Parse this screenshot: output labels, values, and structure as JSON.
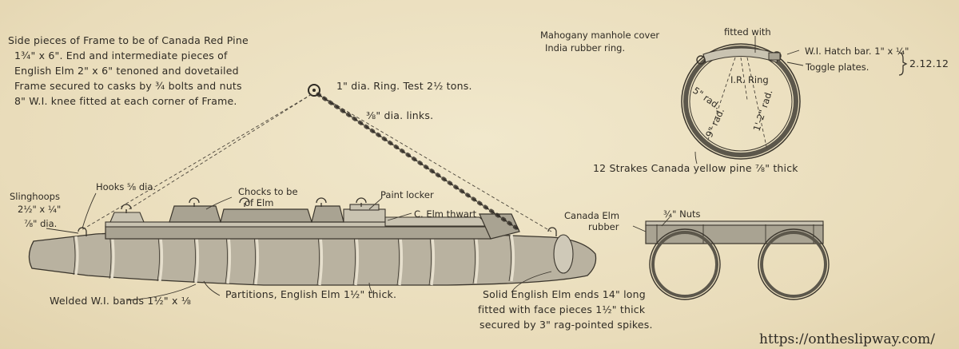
{
  "notes": {
    "frame_spec_line1": "Side pieces of Frame to be of Canada Red Pine",
    "frame_spec_line2": "1¾\" x 6\". End and intermediate pieces of",
    "frame_spec_line3": "English Elm 2\" x 6\" tenoned and dovetailed",
    "frame_spec_line4": "Frame secured to casks by ¾ bolts and nuts",
    "frame_spec_line5": "8\" W.I. knee fitted at each corner of Frame.",
    "ring": "1\" dia. Ring. Test 2½ tons.",
    "links": "⅜\" dia. links.",
    "hooks": "Hooks ⅝ dia.",
    "slinghoops_1": "Slinghoops",
    "slinghoops_2": "2½\" x ¼\"",
    "slinghoops_3": "⅞\" dia.",
    "chocks_1": "Chocks to be",
    "chocks_2": "of Elm",
    "paint_locker": "Paint locker",
    "thwart": "C. Elm thwart",
    "welded_bands": "Welded W.I. bands 1½\" x ⅛",
    "partitions": "Partitions, English Elm 1½\" thick.",
    "solid_ends_1": "Solid English Elm ends 14\" long",
    "solid_ends_2": "fitted with face pieces 1½\" thick",
    "solid_ends_3": "secured by 3\" rag-pointed spikes.",
    "manhole_1": "Mahogany manhole cover",
    "manhole_2": "India rubber ring.",
    "fitted_with": "fitted with",
    "hatch_bar": "W.I. Hatch bar. 1\" x ¼\"",
    "toggle": "Toggle plates.",
    "date": "2.12.12",
    "ir_ring": "I.R. Ring",
    "rad_5": "5\" rad.",
    "rad_9": "9\" rad.",
    "rad_1_2": "1'-2\" rad.",
    "strakes": "12 Strakes Canada yellow pine ⅞\" thick",
    "canada_elm": "Canada Elm",
    "rubber": "rubber",
    "nuts": "¾\" Nuts"
  },
  "watermark": "https://ontheslipway.com/",
  "colors": {
    "paper": "#ede2c2",
    "ink": "#2f2b24",
    "cask": "#b9b2a0"
  }
}
